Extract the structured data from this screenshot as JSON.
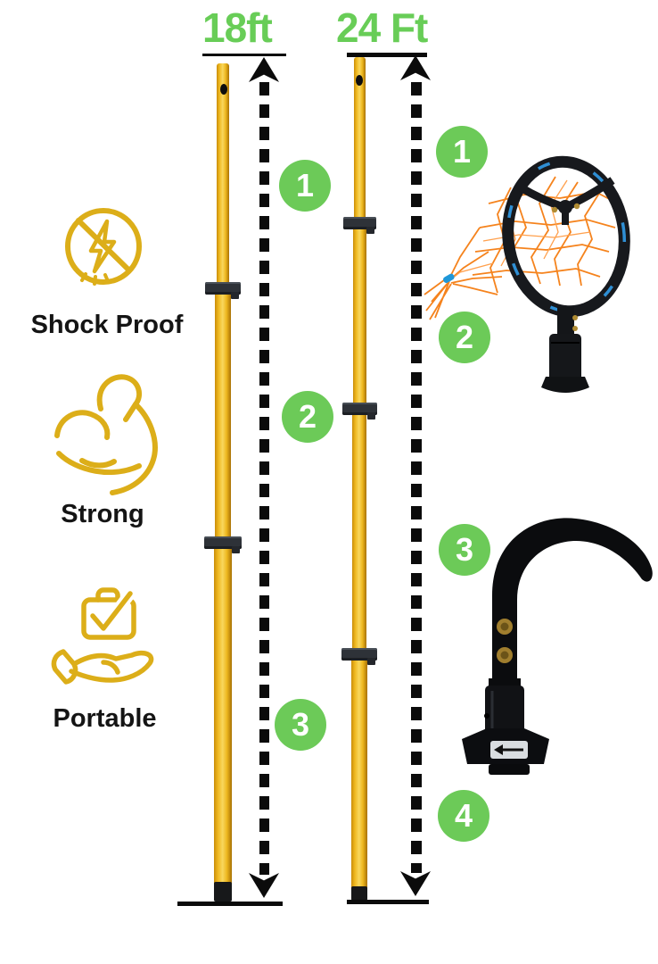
{
  "headings": {
    "left": "18ft",
    "right": "24 Ft"
  },
  "markers": {
    "left": [
      "1",
      "2",
      "3"
    ],
    "right": [
      "1",
      "2",
      "3",
      "4"
    ]
  },
  "features": [
    {
      "label": "Shock Proof",
      "icon": "no-shock-icon"
    },
    {
      "label": "Strong",
      "icon": "muscle-icon"
    },
    {
      "label": "Portable",
      "icon": "carry-case-icon"
    }
  ],
  "poles": [
    {
      "name": "pole-18ft",
      "length_label": "18ft",
      "segments": 3
    },
    {
      "name": "pole-24ft",
      "length_label": "24 Ft",
      "segments": 4
    }
  ],
  "attachments": [
    {
      "name": "rescue-net-head",
      "position": "top-right"
    },
    {
      "name": "rescue-hook-head",
      "position": "bottom-right"
    }
  ],
  "colors": {
    "accent_green": "#68cd57",
    "marker_green": "#6cca58",
    "icon_yellow": "#dcae19",
    "pole_yellow": "#efb81f",
    "arrow_black": "#0b0b0b",
    "net_orange": "#f5831d",
    "net_blue": "#2f8fd4",
    "text": "#141414",
    "background": "#ffffff"
  }
}
